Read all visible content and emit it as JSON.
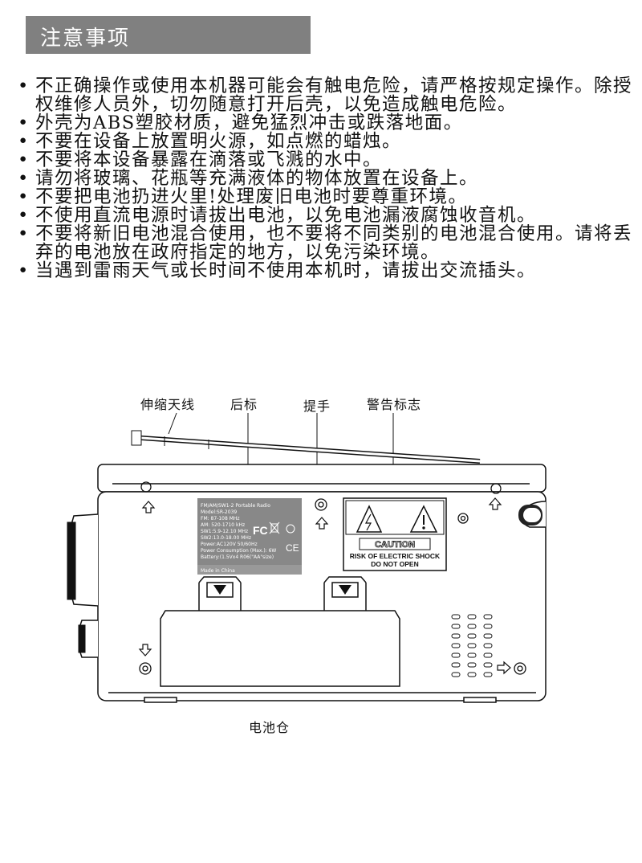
{
  "header": {
    "title": "注意事项"
  },
  "notes": [
    "不正确操作或使用本机器可能会有触电危险，请严格按规定操作。除授权维修人员外，切勿随意打开后壳，以免造成触电危险。",
    "外壳为ABS塑胶材质，避免猛烈冲击或跌落地面。",
    "不要在设备上放置明火源，如点燃的蜡烛。",
    "不要将本设备暴露在滴落或飞溅的水中。",
    "请勿将玻璃、花瓶等充满液体的物体放置在设备上。",
    "不要把电池扔进火里!处理废旧电池时要尊重环境。",
    "不使用直流电源时请拔出电池，以免电池漏液腐蚀收音机。",
    "不要将新旧电池混合使用，也不要将不同类别的电池混合使用。请将丢弃的电池放在政府指定的地方，以免污染环境。",
    "当遇到雷雨天气或长时间不使用本机时，请拔出交流插头。"
  ],
  "diagram": {
    "callouts": {
      "antenna": "伸缩天线",
      "rear_label": "后标",
      "handle": "提手",
      "warning_sign": "警告标志",
      "battery_compartment": "电池仓"
    },
    "rear_label_lines": [
      "FM/AM/SW1-2 Portable Radio",
      "Model:SR-2039",
      "FM: 87-108 MHz",
      "AM: 520-1710 kHz",
      "SW1:5.9-12.10 MHz",
      "SW2:13.0-18.00 MHz",
      "Power:AC120V 50/60Hz",
      "Power Consumption (Max.): 6W",
      "Battery:(1.5Vx4 R06(\"AA\"size)",
      "Made in China"
    ],
    "warning": {
      "caution": "CAUTION",
      "line1": "RISK OF ELECTRIC SHOCK",
      "line2": "DO NOT OPEN"
    }
  }
}
